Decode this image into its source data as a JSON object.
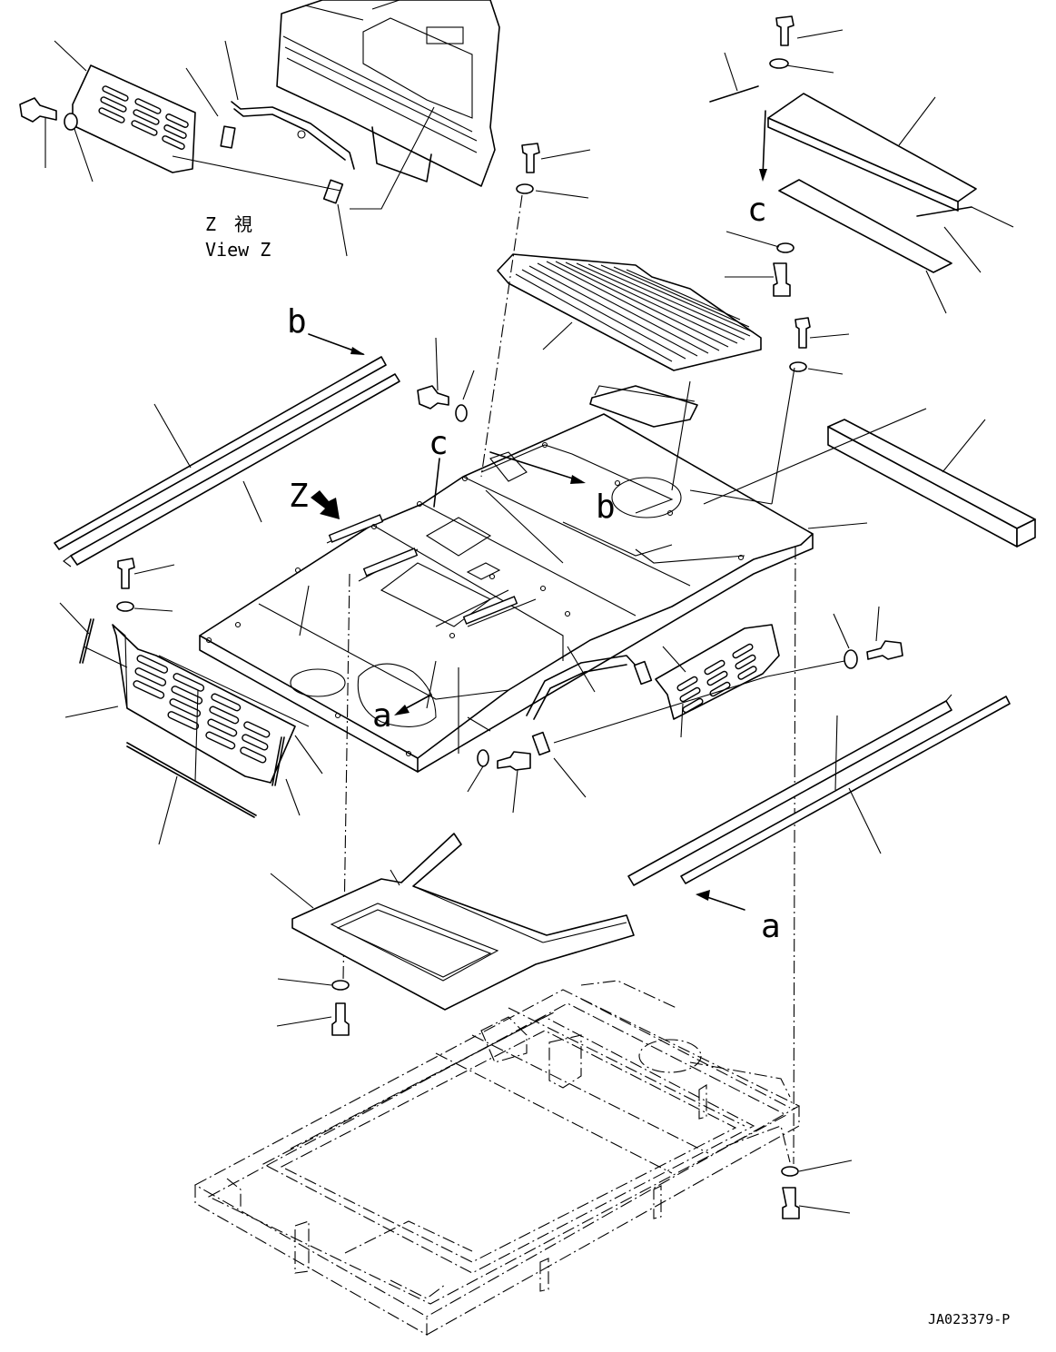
{
  "view_label": {
    "japanese": "Z　視",
    "english": "View Z"
  },
  "view_marker": "Z",
  "reference_letters": {
    "a": "a",
    "b": "b",
    "c": "c"
  },
  "drawing_number": "JA023379-P"
}
